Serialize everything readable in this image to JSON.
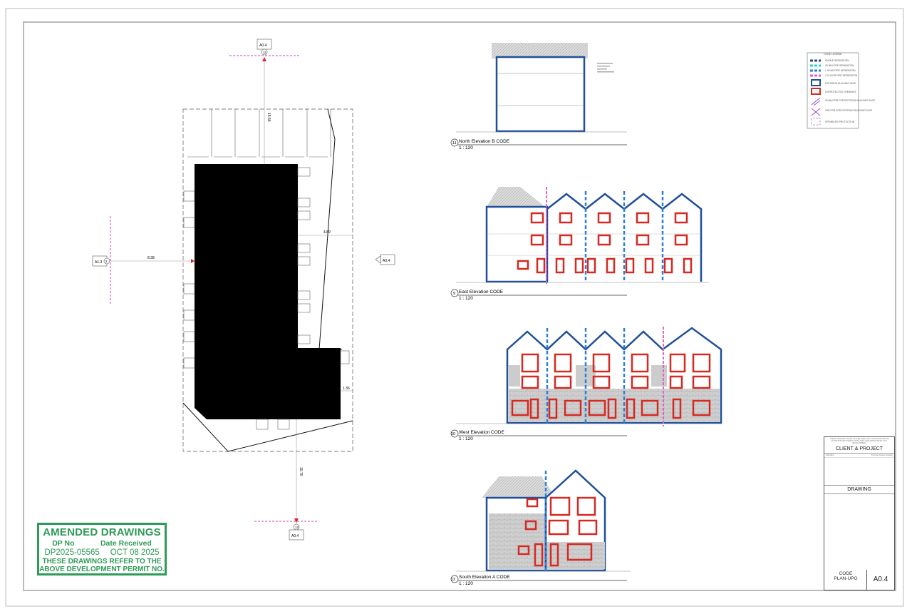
{
  "stamp": {
    "title": "AMENDED DRAWINGS",
    "dp_label": "DP No",
    "date_label": "Date Received",
    "dp_value": "DP2025-05565",
    "date_value": "OCT 08 2025",
    "note_line1": "THESE DRAWINGS REFER TO THE",
    "note_line2": "ABOVE DEVELOPMENT PERMIT NO."
  },
  "site_plan": {
    "top_tag_sheet": "A0.4",
    "top_tag_num": "11",
    "left_tag_sheet": "A1.3",
    "left_tag_num": "2",
    "right_tag_sheet": "A0.4",
    "bottom_tag_sheet": "A0.4",
    "bottom_tag_num": "12",
    "dim_left": "8.38",
    "dim_right": "4.89",
    "dim_bottom_right": "1.36",
    "dim_top": "15.56",
    "dim_bottom": "10.70"
  },
  "elevations": {
    "north": {
      "num": "11",
      "title": "North Elevation B CODE",
      "scale": "1 : 120"
    },
    "east": {
      "num": "9",
      "title": "East Elevation CODE",
      "scale": "1 : 120"
    },
    "west": {
      "num": "10",
      "title": "West Elevation CODE",
      "scale": "1 : 120"
    },
    "south": {
      "num": "12",
      "title": "South Elevation A CODE",
      "scale": "1 : 120"
    }
  },
  "legend": {
    "title": "CODE LEGEND",
    "items": [
      "SMOKE SEPARATION",
      "45 MIN FIRE SEPARATION",
      "1 HOUR FIRE SEPARATION",
      "2.0 HOUR FIRE SEPARATION",
      "EXPOSING BUILDING FACE",
      "UNPROTECTED OPENINGS",
      "45 MIN FRR FOR EXPOSING BUILDING FACE",
      "1HR FRR FOR EXPOSING BUILDING FACE",
      "SPRINKLER PROTECTION"
    ]
  },
  "title_block": {
    "note": "THESE DRAWINGS SHALL NOT BE USED FOR CONSTRUCTION OR CONSTRUCTION PERMIT UNTIL THEY ARE APPROVED BY CITY DEVELOPMENT",
    "client_project": "CLIENT & PROJECT",
    "drawing": "DRAWING",
    "project_label": "PROJECT",
    "project_value": "Proposed Duplex Dwelling",
    "code_label": "CODE",
    "code_sub": "PLAN-UPO",
    "sheet_number": "A0.4"
  },
  "colors": {
    "blue": "#1f4f9a",
    "red": "#d42a22",
    "dash_blue": "#2b7fd6",
    "magenta": "#e061c9",
    "green": "#2e9a57"
  }
}
